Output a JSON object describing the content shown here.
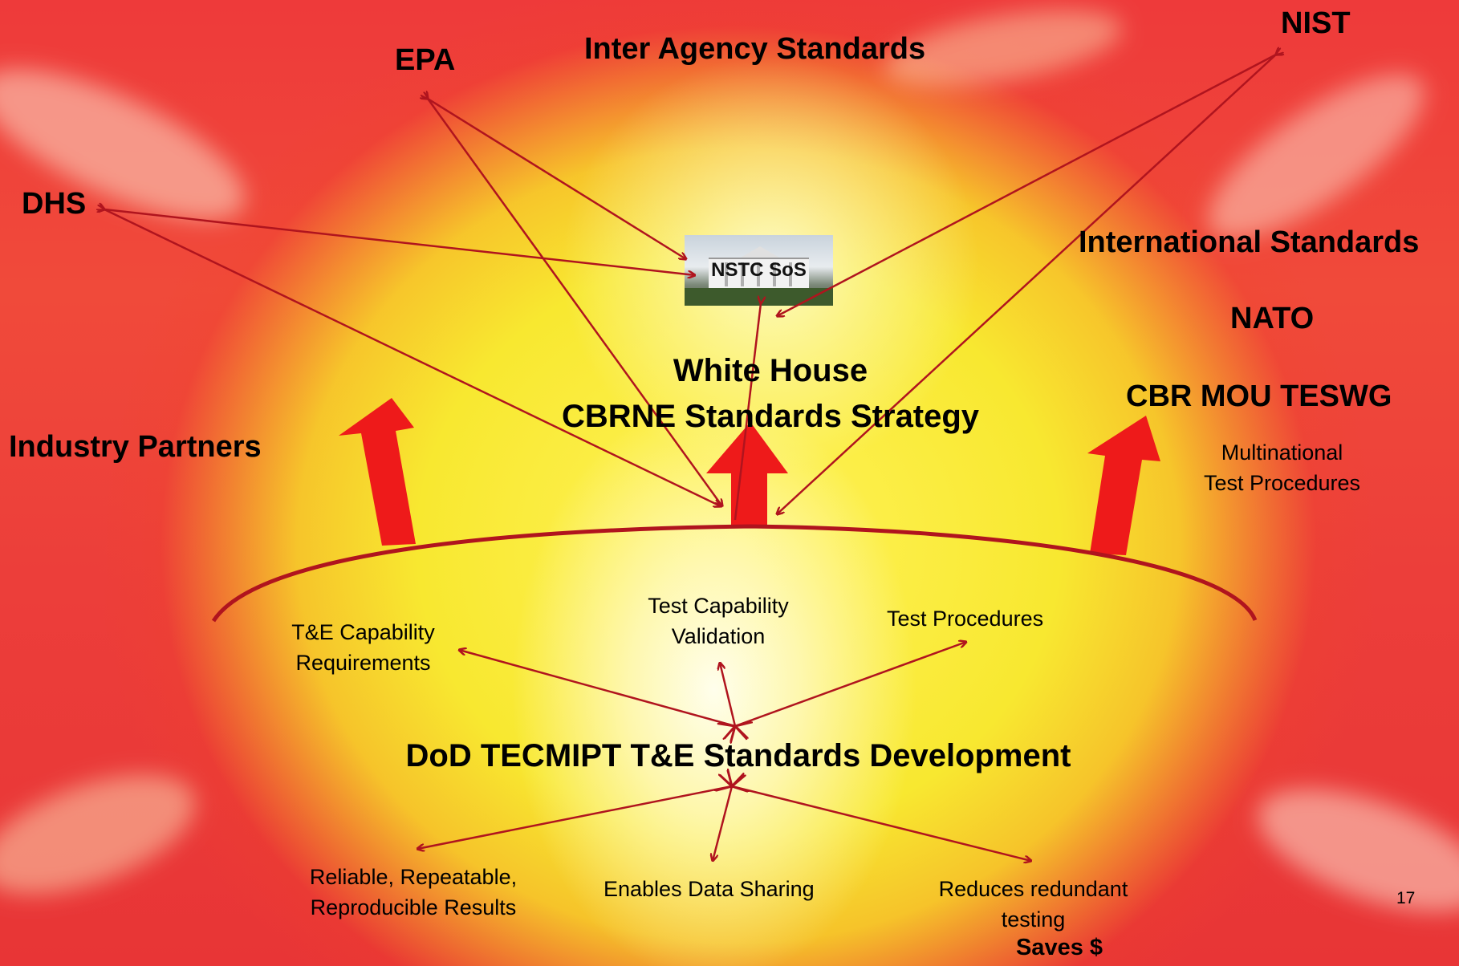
{
  "labels": {
    "nist": "NIST",
    "epa": "EPA",
    "inter_agency": "Inter Agency Standards",
    "dhs": "DHS",
    "international": "International Standards",
    "nato": "NATO",
    "white_house": "White House",
    "cbrne_strategy": "CBRNE Standards Strategy",
    "cbr_mou": "CBR MOU TESWG",
    "multinational_1": "Multinational",
    "multinational_2": "Test Procedures",
    "industry": "Industry Partners",
    "nstc_sos": "NSTC SoS",
    "te_cap_1": "T&E Capability",
    "te_cap_2": "Requirements",
    "test_cap_1": "Test Capability",
    "test_cap_2": "Validation",
    "test_procedures": "Test Procedures",
    "dod_title": "DoD TECMIPT T&E Standards Development",
    "reliable_1": "Reliable, Repeatable,",
    "reliable_2": "Reproducible Results",
    "data_sharing": "Enables Data Sharing",
    "reduces_1": "Reduces redundant",
    "reduces_2": "testing",
    "saves": "Saves $",
    "page_number": "17"
  },
  "colors": {
    "arrow_line": "#b0141e",
    "big_arrow": "#ee1a1a",
    "text": "#000000"
  }
}
